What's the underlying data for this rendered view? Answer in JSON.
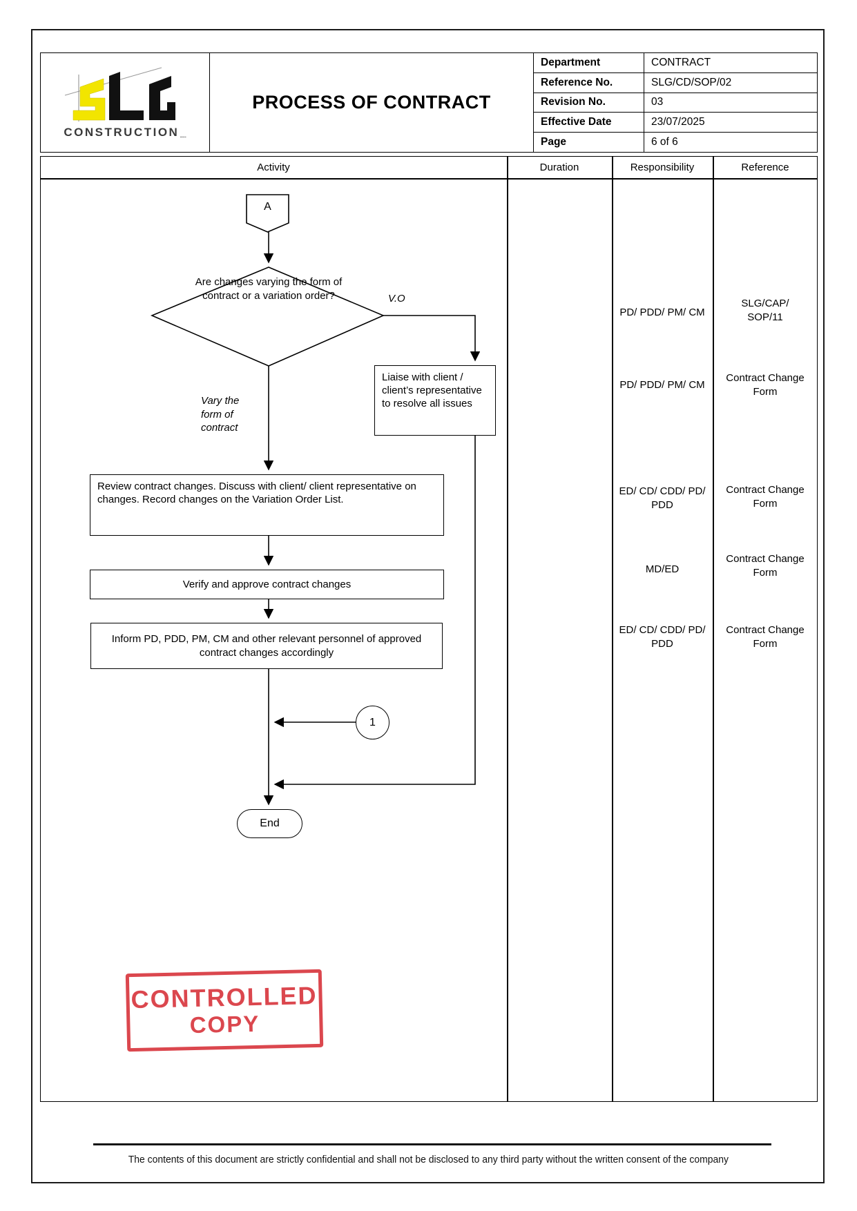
{
  "header": {
    "title": "PROCESS OF CONTRACT",
    "logo": {
      "s": "S",
      "l": "L",
      "g": "G",
      "name": "CONSTRUCTION"
    },
    "fields": [
      {
        "label": "Department",
        "value": "CONTRACT"
      },
      {
        "label": "Reference No.",
        "value": "SLG/CD/SOP/02"
      },
      {
        "label": "Revision No.",
        "value": "03"
      },
      {
        "label": "Effective Date",
        "value": "23/07/2025"
      },
      {
        "label": "Page",
        "value": "6 of 6"
      }
    ]
  },
  "table": {
    "columns": [
      "Activity",
      "Duration",
      "Responsibility",
      "Reference"
    ]
  },
  "flowchart": {
    "connector_a": "A",
    "decision": "Are changes varying the form of contract or a variation order?",
    "branch_vo_label": "V.O",
    "branch_vary_label": "Vary the form of contract",
    "liaise": "Liaise with client / client’s representative to resolve all issues",
    "review": "Review contract changes. Discuss with client/ client representative on changes. Record changes on the Variation Order List.",
    "verify": "Verify and approve contract changes",
    "inform": "Inform PD, PDD, PM, CM and other relevant personnel of approved contract changes accordingly",
    "connector_1": "1",
    "end_label": "End"
  },
  "rows": [
    {
      "responsibility": "PD/ PDD/ PM/ CM",
      "reference": "SLG/CAP/ SOP/11"
    },
    {
      "responsibility": "PD/ PDD/ PM/ CM",
      "reference": "Contract Change Form"
    },
    {
      "responsibility": "ED/ CD/ CDD/ PD/ PDD",
      "reference": "Contract Change Form"
    },
    {
      "responsibility": "MD/ED",
      "reference": "Contract Change Form"
    },
    {
      "responsibility": "ED/ CD/ CDD/ PD/ PDD",
      "reference": "Contract Change Form"
    }
  ],
  "stamp": {
    "line1": "CONTROLLED",
    "line2": "COPY",
    "color": "#d9383f"
  },
  "footer": {
    "text": "The contents of this document are strictly confidential and shall not be disclosed to any third party without the written consent of the company"
  },
  "colors": {
    "logo_yellow": "#f2e500",
    "logo_black": "#111111",
    "stamp_red": "#d9383f"
  }
}
